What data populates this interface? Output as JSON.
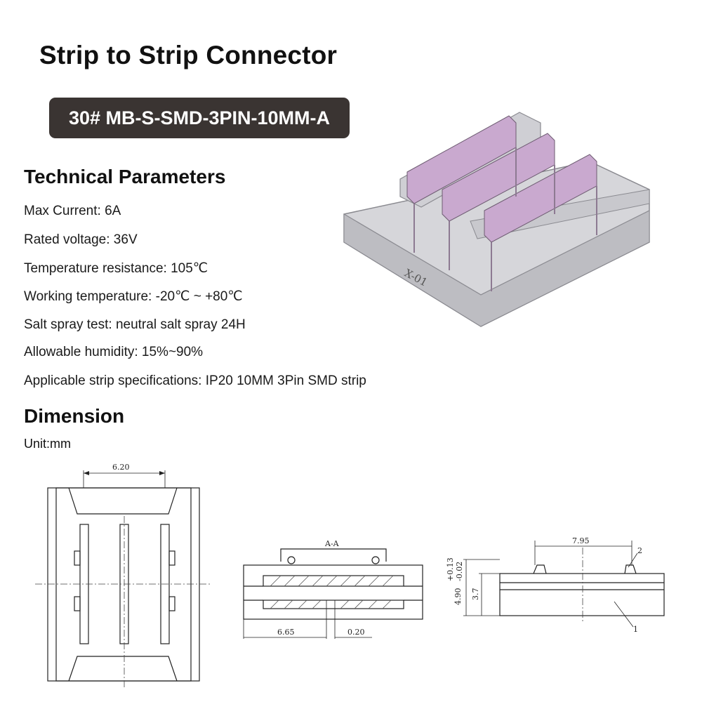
{
  "header": {
    "title": "Strip to Strip Connector",
    "model": "30# MB-S-SMD-3PIN-10MM-A"
  },
  "technical": {
    "heading": "Technical Parameters",
    "params": [
      "Max Current: 6A",
      "Rated voltage: 36V",
      "Temperature resistance: 105℃",
      "Working temperature: -20℃ ~ +80℃",
      "Salt spray test: neutral salt spray 24H",
      "Allowable humidity: 15%~90%",
      "Applicable strip specifications: IP20 10MM 3Pin SMD strip"
    ]
  },
  "dimension": {
    "heading": "Dimension",
    "unit": "Unit:mm",
    "top_view": {
      "width_label": "6.20"
    },
    "section_view": {
      "section_label": "A-A",
      "left_label": "6.65",
      "gap_label": "0.20"
    },
    "side_view": {
      "top_label": "7.95",
      "height_label": "3.7",
      "total_label": "4.90",
      "tol_plus": "+0.13",
      "tol_minus": "-0.02",
      "callout_1": "1",
      "callout_2": "2"
    }
  },
  "product": {
    "engraving": "X-01",
    "body_color": "#d8d8dc",
    "contact_color": "#c9a9cf"
  }
}
